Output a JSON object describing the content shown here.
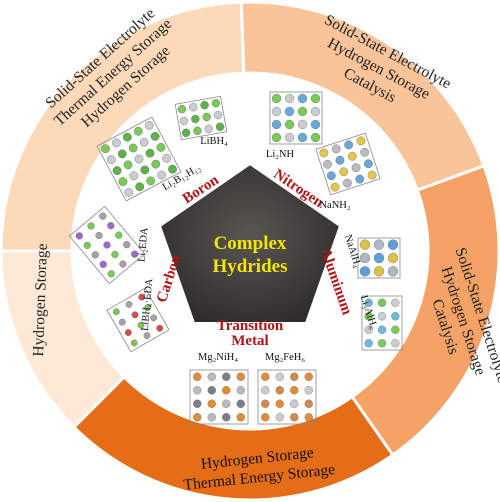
{
  "center": {
    "line1": "Complex",
    "line2": "Hydrides"
  },
  "elements": {
    "boron": "Boron",
    "nitrogen": "Nitrogen",
    "aluminum": "Aluminum",
    "transition1": "Transition",
    "transition2": "Metal",
    "carbon": "Carbon"
  },
  "ring_labels": {
    "top_left": [
      "Solid-State Electrolyte",
      "Thermal Energy Storage",
      "Hydrogen Storage"
    ],
    "top_right": [
      "Solid-State Electrolyte",
      "Hydrogen Storage",
      "Catalysis"
    ],
    "right": [
      "Solid-State Electrolyte",
      "Hydrogen Storage",
      "Catalysis"
    ],
    "bottom": [
      "Hydrogen Storage",
      "Thermal Energy Storage"
    ],
    "left": [
      "Hydrogen Storage"
    ]
  },
  "formulas": {
    "li2b12h12": "Li₂B₁₂H₁₂",
    "libh4": "LiBH₄",
    "li2nh": "Li₂NH",
    "nanh2": "NaNH₂",
    "naalh4": "NaAlH₄",
    "li3alh6": "Li₃AlH₆",
    "mg2nih4": "Mg₂NiH₄",
    "mg2feh6": "Mg₂FeH₆",
    "li2eda": "Li₂EDA",
    "libh4eda": "LiBH₄·EDA"
  },
  "colors": {
    "segment_light": "#fbe0c7",
    "segment_mid": "#f6b07c",
    "segment_strong": "#f08c3e",
    "segment_bottom": "#e56d18",
    "pentagon": "#45423f",
    "element_text": "#b01414",
    "center_text": "#f2e600"
  }
}
